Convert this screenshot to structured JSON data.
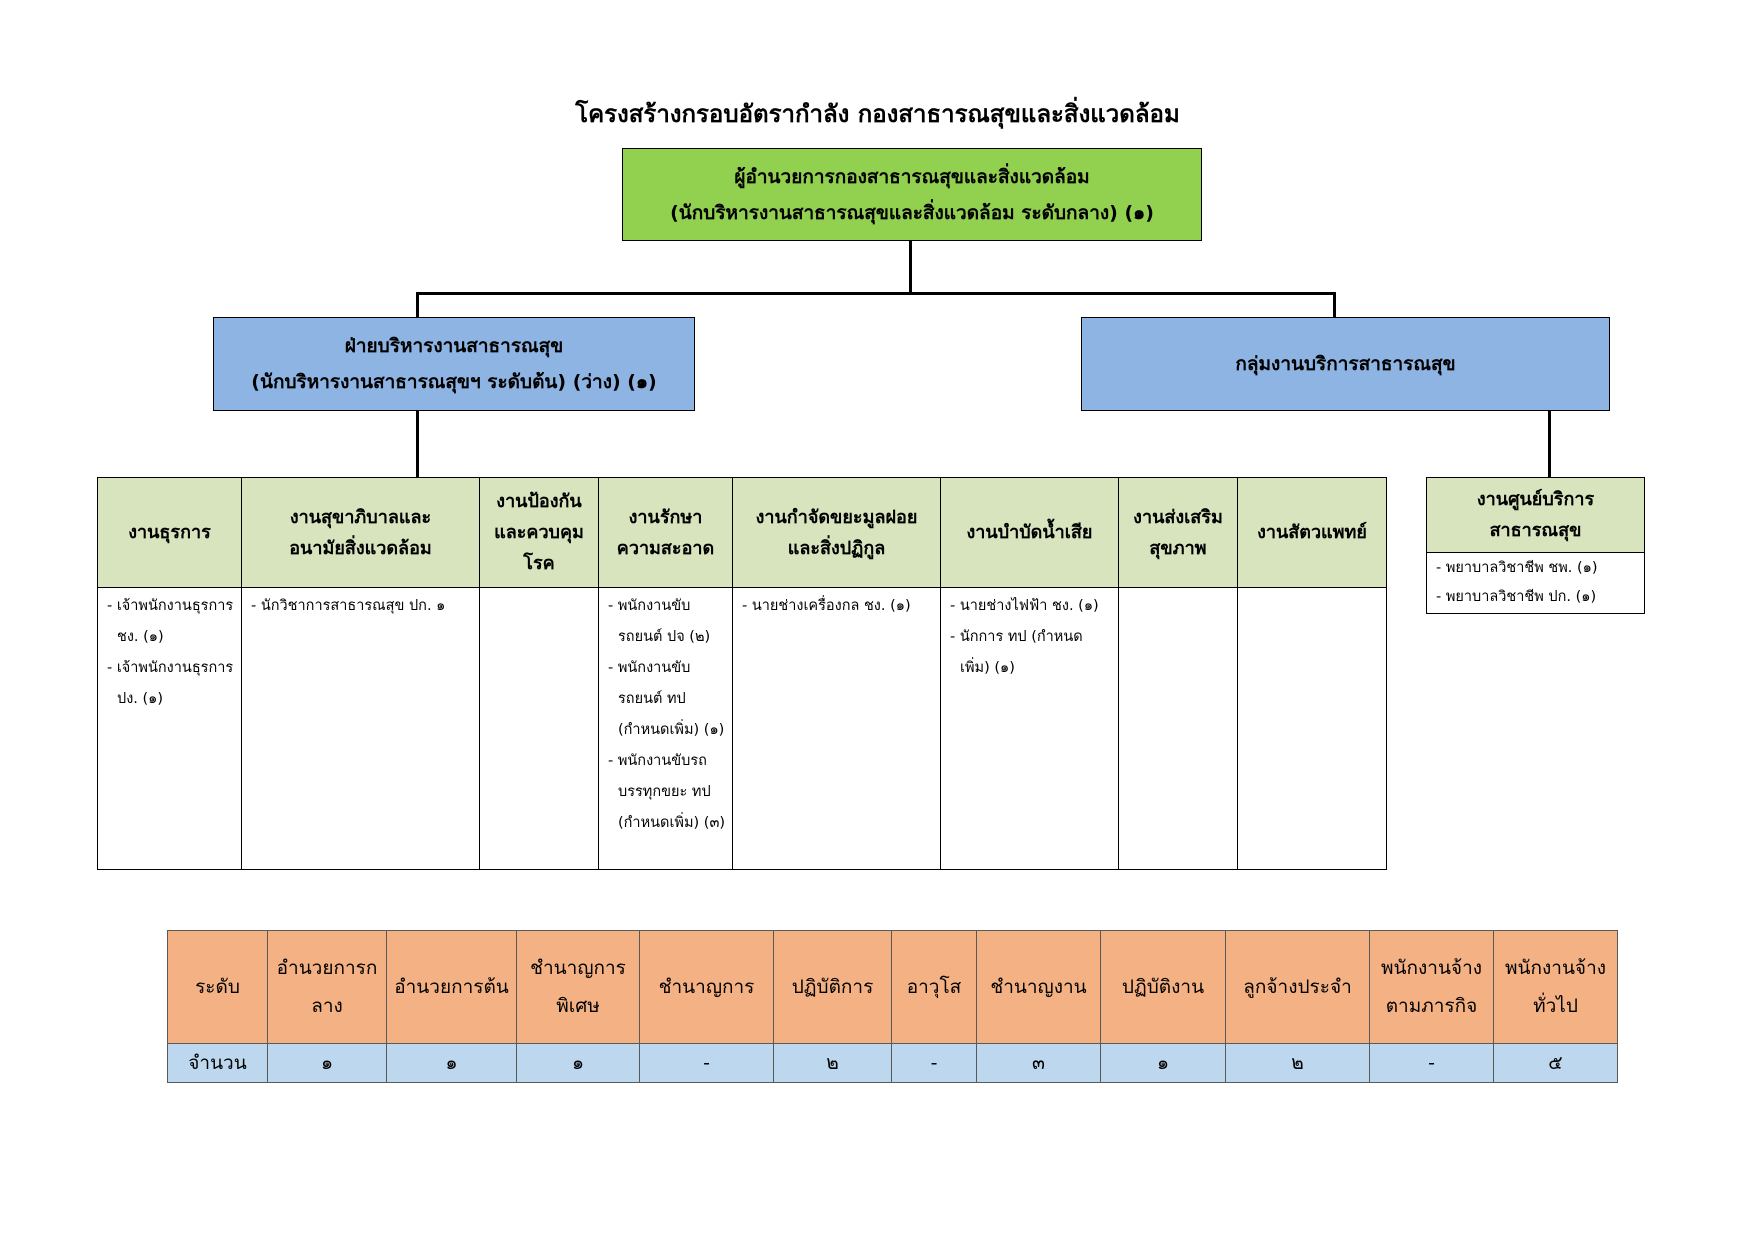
{
  "title": "โครงสร้างกรอบอัตรากำลัง กองสาธารณสุขและสิ่งแวดล้อม",
  "director": {
    "line1": "ผู้อำนวยการกองสาธารณสุขและสิ่งแวดล้อม",
    "line2": "(นักบริหารงานสาธารณสุขและสิ่งแวดล้อม ระดับกลาง) (๑)"
  },
  "division_admin": {
    "line1": "ฝ่ายบริหารงานสาธารณสุข",
    "line2": "(นักบริหารงานสาธารณสุขฯ ระดับต้น) (ว่าง) (๑)"
  },
  "division_service": {
    "line1": "กลุ่มงานบริการสาธารณสุข"
  },
  "units": [
    {
      "name": [
        "งานธุรการ"
      ],
      "items": [
        "- เจ้าพนักงานธุรการ ชง. (๑)",
        "- เจ้าพนักงานธุรการ ปง. (๑)"
      ]
    },
    {
      "name": [
        "งานสุขาภิบาลและ",
        "อนามัยสิ่งแวดล้อม"
      ],
      "items": [
        "- นักวิชาการสาธารณสุข ปก. ๑"
      ]
    },
    {
      "name": [
        "งานป้องกัน",
        "และควบคุม",
        "โรค"
      ],
      "items": []
    },
    {
      "name": [
        "งานรักษา",
        "ความสะอาด"
      ],
      "items": [
        "- พนักงานขับรถยนต์ ปจ (๒)",
        "- พนักงานขับรถยนต์ ทป (กำหนดเพิ่ม) (๑)",
        "- พนักงานขับรถบรรทุกขยะ ทป (กำหนดเพิ่ม) (๓)"
      ]
    },
    {
      "name": [
        "งานกำจัดขยะมูลฝอย",
        "และสิ่งปฏิกูล"
      ],
      "items": [
        "- นายช่างเครื่องกล ชง. (๑)"
      ]
    },
    {
      "name": [
        "งานบำบัดน้ำเสีย"
      ],
      "items": [
        "- นายช่างไฟฟ้า ชง. (๑)",
        "- นักการ ทป (กำหนดเพิ่ม) (๑)"
      ]
    },
    {
      "name": [
        "งานส่งเสริม",
        "สุขภาพ"
      ],
      "items": []
    },
    {
      "name": [
        "งานสัตวแพทย์"
      ],
      "items": []
    }
  ],
  "service_unit": {
    "name": [
      "งานศูนย์บริการ",
      "สาธารณสุข"
    ],
    "items": [
      "- พยาบาลวิชาชีพ ชพ. (๑)",
      "- พยาบาลวิชาชีพ ปก. (๑)"
    ]
  },
  "levels_table": {
    "row_label": "ระดับ",
    "count_label": "จำนวน",
    "columns": [
      {
        "label": "อำนวยการกลาง",
        "count": "๑"
      },
      {
        "label": "อำนวยการต้น",
        "count": "๑"
      },
      {
        "label": "ชำนาญการพิเศษ",
        "count": "๑"
      },
      {
        "label": "ชำนาญการ",
        "count": "-"
      },
      {
        "label": "ปฏิบัติการ",
        "count": "๒"
      },
      {
        "label": "อาวุโส",
        "count": "-"
      },
      {
        "label": "ชำนาญงาน",
        "count": "๓"
      },
      {
        "label": "ปฏิบัติงาน",
        "count": "๑"
      },
      {
        "label": "ลูกจ้างประจำ",
        "count": "๒"
      },
      {
        "label": "พนักงานจ้างตามภารกิจ",
        "count": "-"
      },
      {
        "label": "พนักงานจ้างทั่วไป",
        "count": "๕"
      }
    ]
  },
  "colors": {
    "director_fill": "#92d050",
    "division_fill": "#8eb4e3",
    "unit_header_fill": "#d7e4bd",
    "level_header_fill": "#f4b183",
    "level_value_fill": "#bdd7ee"
  }
}
